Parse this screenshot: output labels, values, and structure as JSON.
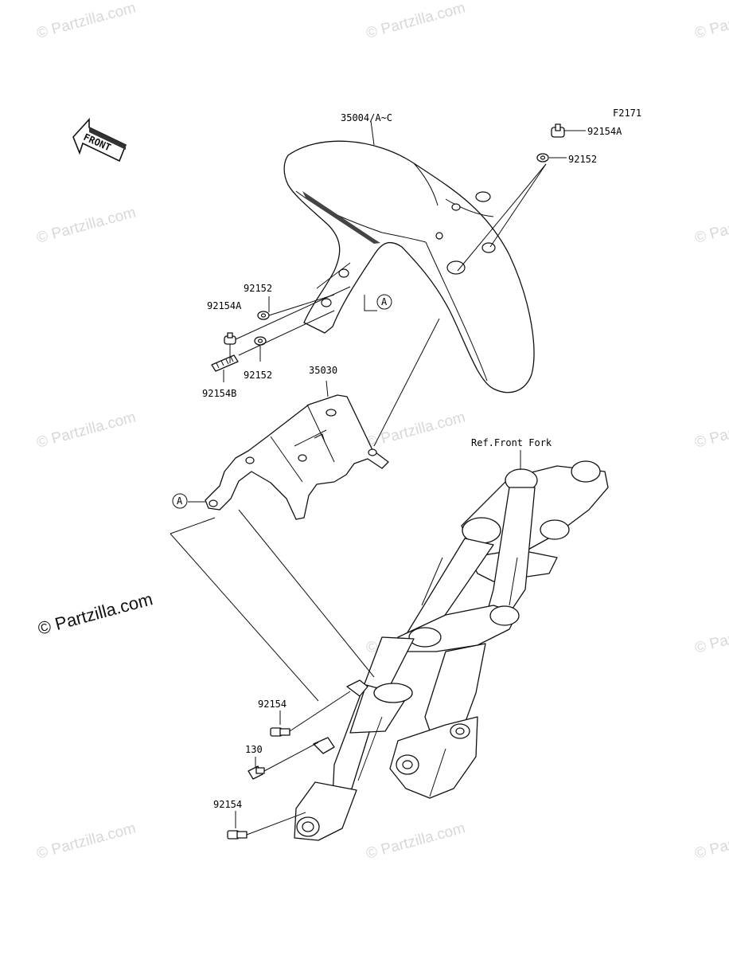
{
  "figure_code": "F2171",
  "front_arrow_label": "FRONT",
  "watermark_text": "© Partzilla.com",
  "part_labels": {
    "fender": "35004/A~C",
    "bolt_top": "92154A",
    "washer_top": "92152",
    "washer_left_upper": "92152",
    "bolt_left": "92154A",
    "washer_left_lower": "92152",
    "bolt_left_b": "92154B",
    "bracket": "35030",
    "ref_fork": "Ref.Front Fork",
    "bolt_mid": "92154",
    "bolt_130": "130",
    "bolt_low": "92154"
  },
  "callouts": {
    "a_fender": "A",
    "a_bracket": "A"
  },
  "colors": {
    "line": "#111111",
    "watermark": "#d8d8d8"
  }
}
